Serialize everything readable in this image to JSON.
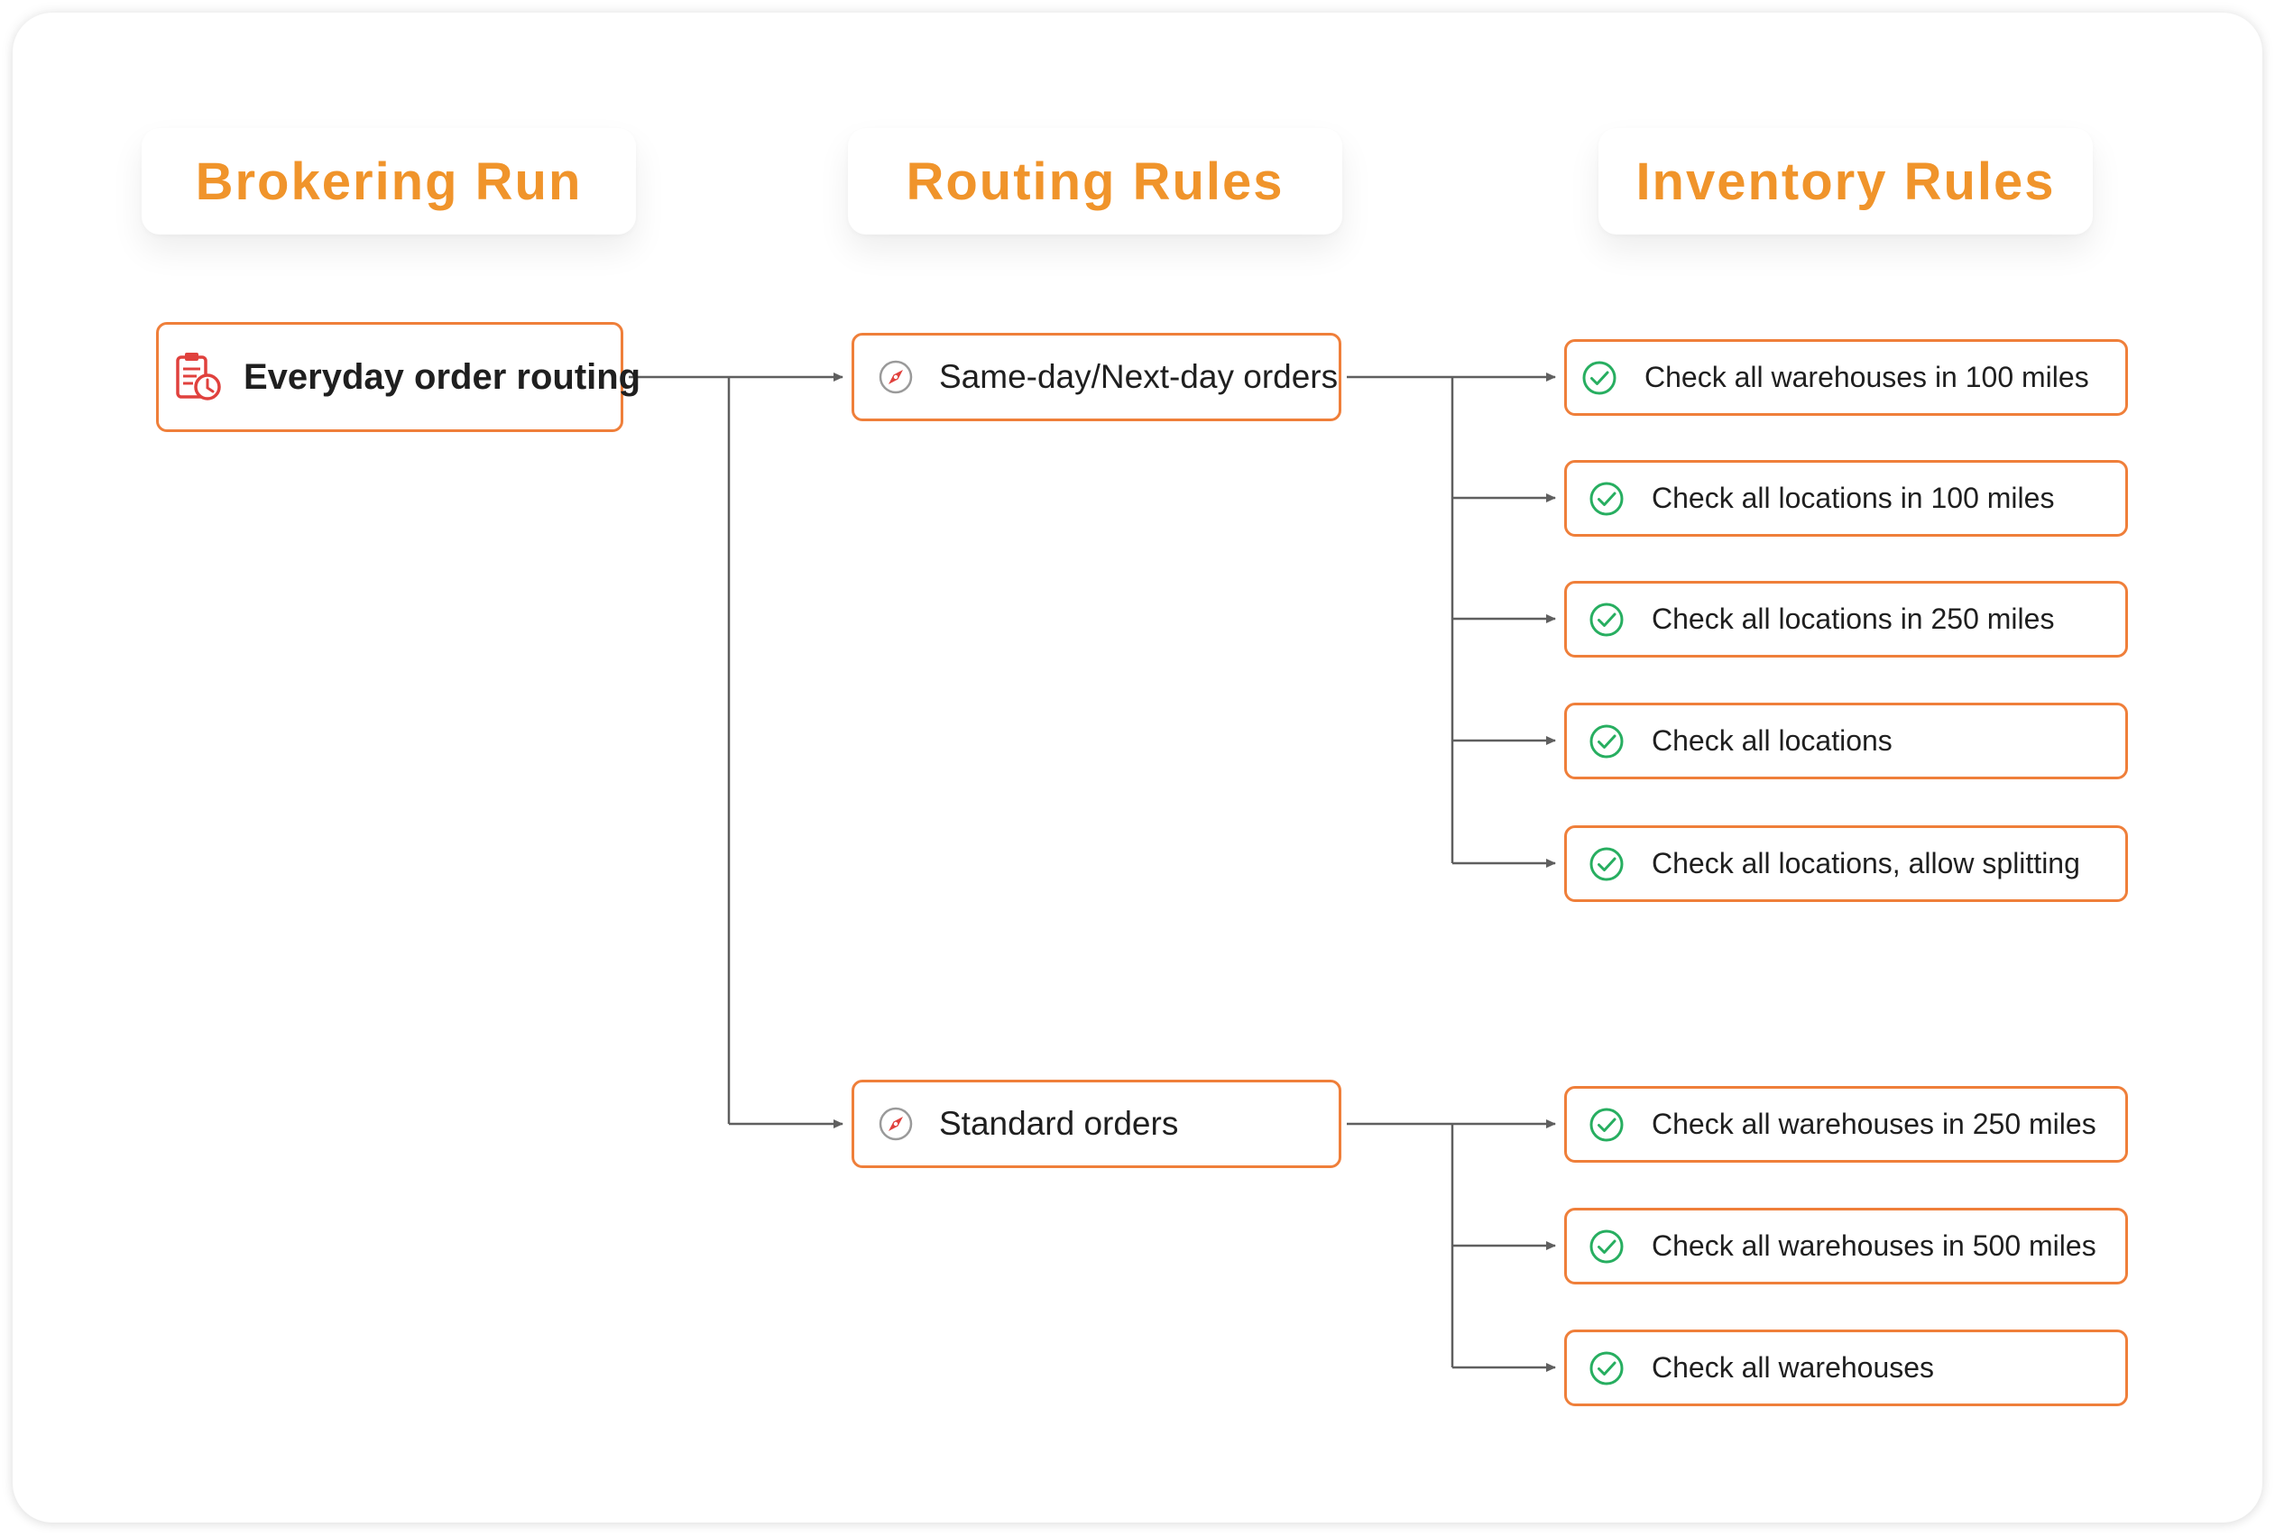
{
  "columns": {
    "brokering": "Brokering Run",
    "routing": "Routing Rules",
    "inventory": "Inventory Rules"
  },
  "brokering_run": {
    "label": "Everyday order routing",
    "icon": "clipboard-clock-icon"
  },
  "routing_rules": [
    {
      "label": "Same-day/Next-day orders",
      "icon": "compass-icon",
      "inventory_rules": [
        "Check all warehouses in 100 miles",
        "Check all locations in 100 miles",
        "Check all locations in 250 miles",
        "Check all locations",
        "Check all locations, allow splitting"
      ]
    },
    {
      "label": "Standard orders",
      "icon": "compass-icon",
      "inventory_rules": [
        "Check all warehouses in 250 miles",
        "Check all warehouses in 500 miles",
        "Check all warehouses"
      ]
    }
  ],
  "colors": {
    "header_text": "#f0942b",
    "node_border": "#ef7f3a",
    "connector": "#5f5f5f",
    "check_icon": "#27ae60",
    "compass_icon": "#e0413d"
  }
}
